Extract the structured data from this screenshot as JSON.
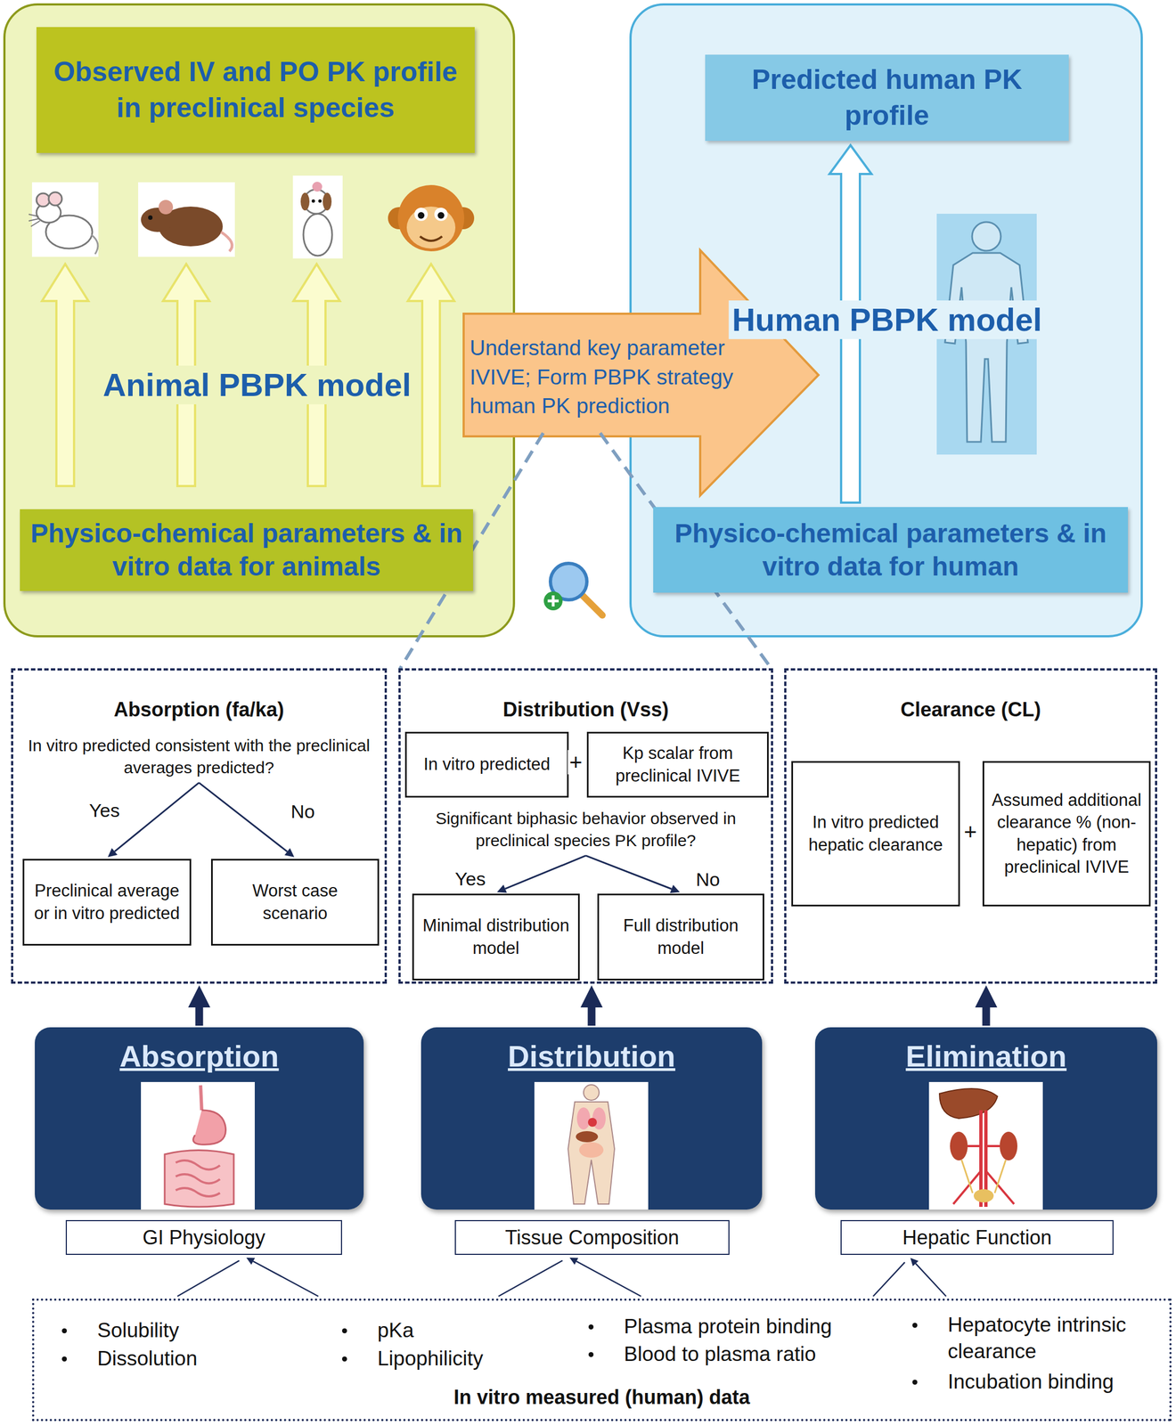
{
  "diagram": {
    "nodes": [
      {
        "text": [
          "Animal PBPK model"
        ]
      },
      {
        "text": [
          "Observed IV and PO PK profile in preclinical species"
        ],
        "in": 0
      },
      {
        "text": [
          "Physico-chemical parameters & in vitro data for animals"
        ],
        "in": 0
      },
      {
        "text": [
          "Human PBPK model"
        ]
      },
      {
        "text": [
          "Predicted human PK profile"
        ],
        "in": 3
      },
      {
        "text": [
          "Physico-chemical parameters & in vitro data for human"
        ],
        "in": 3
      },
      {
        "text": [
          "Understand key parameter IVIVE; Form PBPK strategy human PK prediction"
        ]
      },
      {
        "text": [
          "Absorption (fa/ka)",
          "In vitro predicted consistent with the preclinical averages predicted?"
        ]
      },
      {
        "text": [
          "Preclinical average or in vitro predicted"
        ],
        "in": 7
      },
      {
        "text": [
          "Worst case scenario"
        ],
        "in": 7
      },
      {
        "text": [
          "Distribution (Vss)",
          "Significant biphasic behavior observed in preclinical species PK profile?"
        ]
      },
      {
        "text": [
          "In vitro predicted"
        ],
        "in": 10
      },
      {
        "text": [
          "Kp scalar from preclinical IVIVE"
        ],
        "in": 10
      },
      {
        "text": [
          "Minimal distribution model"
        ],
        "in": 10
      },
      {
        "text": [
          "Full distribution model"
        ],
        "in": 10
      },
      {
        "text": [
          "Clearance (CL)"
        ]
      },
      {
        "text": [
          "In vitro predicted hepatic clearance"
        ],
        "in": 15
      },
      {
        "text": [
          "Assumed additional clearance % (non-hepatic) from preclinical IVIVE"
        ],
        "in": 15
      },
      {
        "text": [
          "Absorption"
        ]
      },
      {
        "text": [
          "GI Physiology"
        ]
      },
      {
        "text": [
          "Distribution"
        ]
      },
      {
        "text": [
          "Tissue Composition"
        ]
      },
      {
        "text": [
          "Elimination"
        ]
      },
      {
        "text": [
          "Hepatic Function"
        ]
      },
      {
        "text": [
          "Solubility",
          "Dissolution",
          "pKa",
          "Lipophilicity",
          "Plasma protein binding",
          "Blood to plasma ratio",
          "Hepatocyte intrinsic clearance",
          "Incubation binding",
          "In vitro measured (human) data"
        ]
      }
    ],
    "edges": [
      {
        "from": 7,
        "to": 8,
        "label": "Yes",
        "arrow": "to"
      },
      {
        "from": 7,
        "to": 9,
        "label": "No",
        "arrow": "to"
      },
      {
        "from": 10,
        "to": 13,
        "label": "Yes",
        "arrow": "to"
      },
      {
        "from": 10,
        "to": 14,
        "label": "No",
        "arrow": "to"
      },
      {
        "from": 18,
        "to": 7,
        "arrow": "to"
      },
      {
        "from": 20,
        "to": 10,
        "arrow": "to"
      },
      {
        "from": 22,
        "to": 15,
        "arrow": "to"
      },
      {
        "from": 24,
        "to": 19,
        "arrow": "to"
      },
      {
        "from": 24,
        "to": 21,
        "arrow": "to"
      },
      {
        "from": 24,
        "to": 23,
        "arrow": "to"
      },
      {
        "from": 6,
        "to": 10,
        "arrow": "none"
      },
      {
        "from": 5,
        "to": 4,
        "arrow": "to"
      }
    ],
    "labels": [
      "+",
      "+"
    ]
  }
}
